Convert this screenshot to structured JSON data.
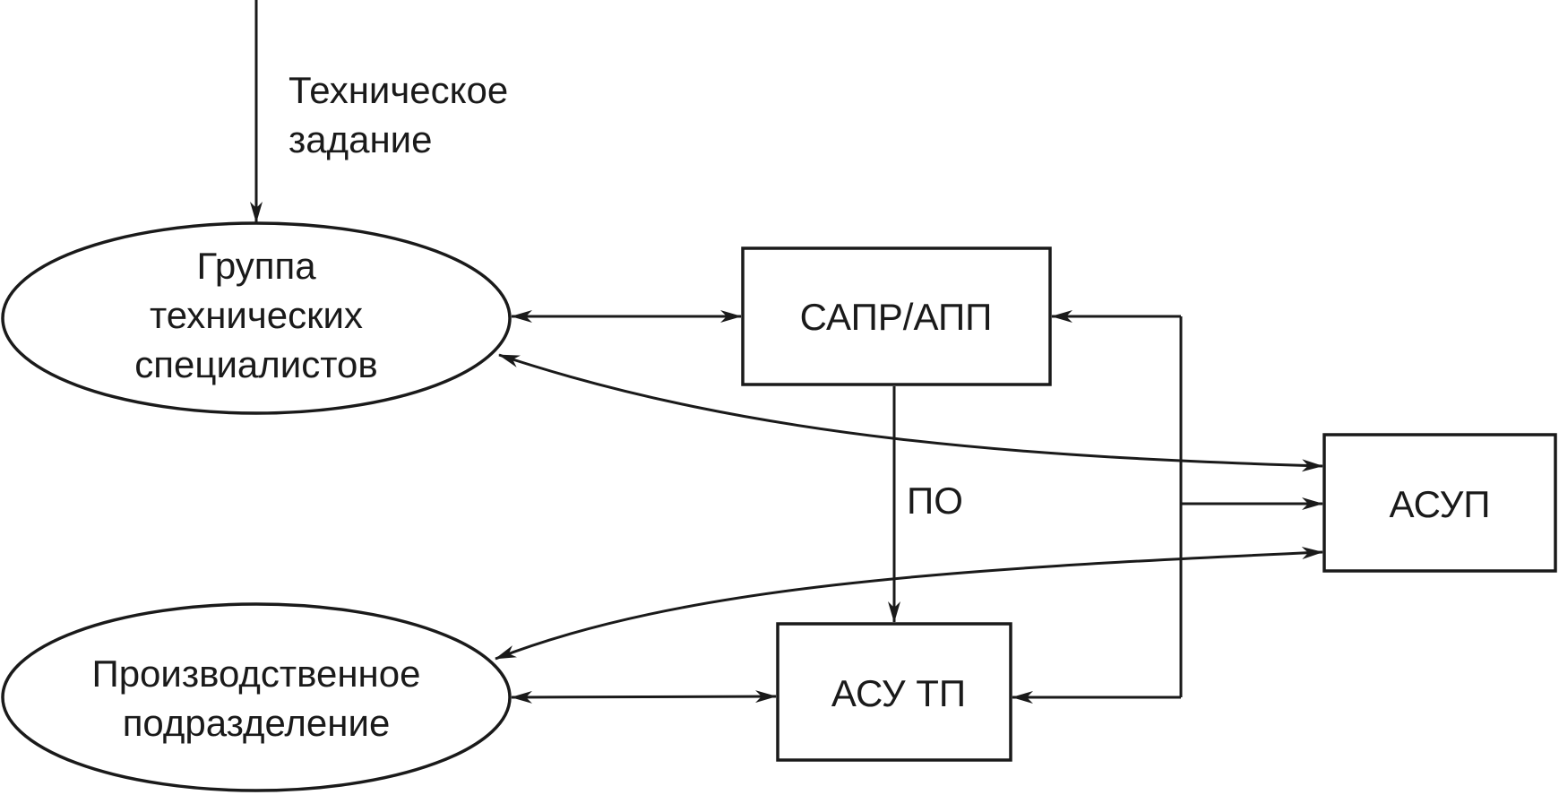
{
  "input": {
    "label_line1": "Техническое",
    "label_line2": "задание"
  },
  "nodes": {
    "tech_group": {
      "line1": "Группа",
      "line2": "технических",
      "line3": "специалистов"
    },
    "production": {
      "line1": "Производственное",
      "line2": "подразделение"
    },
    "sapr": {
      "label": "САПР/АПП"
    },
    "asutp": {
      "label": "АСУ ТП"
    },
    "asup": {
      "label": "АСУП"
    }
  },
  "edges": {
    "software_label": "ПО"
  },
  "colors": {
    "stroke": "#1a1a1a",
    "background": "#ffffff"
  }
}
